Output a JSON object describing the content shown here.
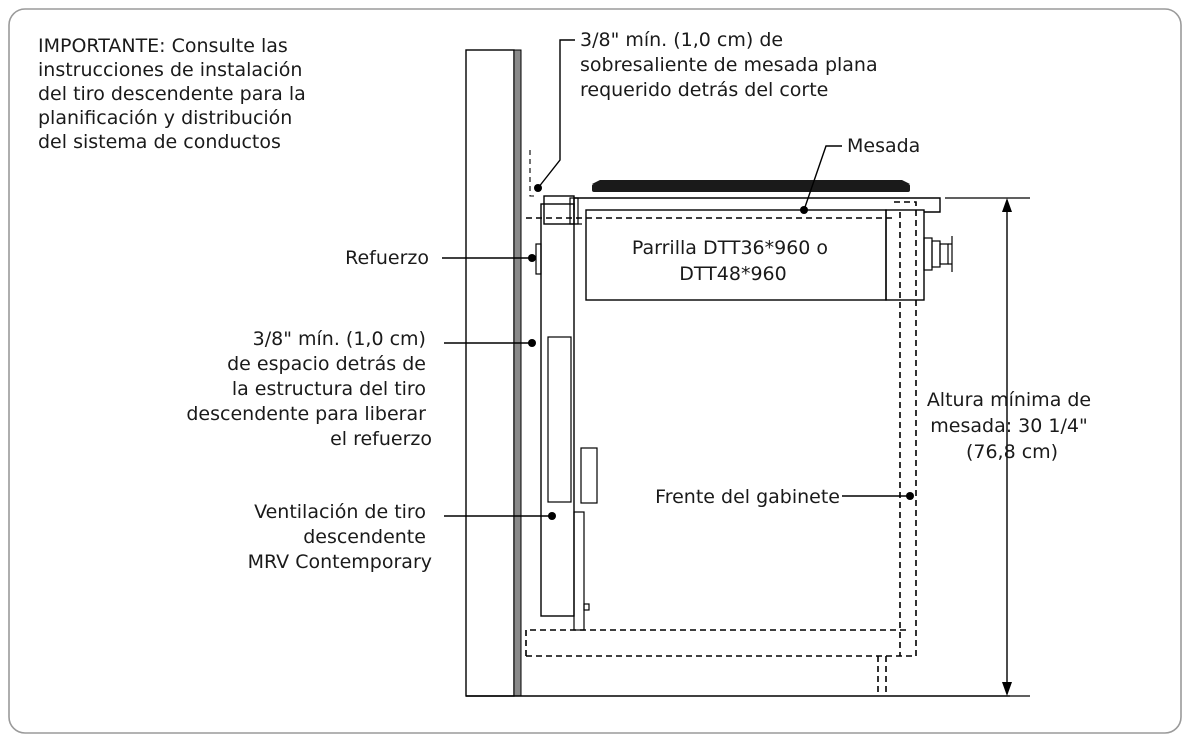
{
  "note": {
    "lines": [
      "IMPORTANTE: Consulte las",
      "instrucciones de instalación",
      "del tiro descendente para la",
      "planificación y distribución",
      "del sistema de conductos"
    ]
  },
  "callouts": {
    "overhang": {
      "lines": [
        "3/8\" mín. (1,0 cm) de",
        "sobresaliente de mesada plana",
        "requerido detrás del corte"
      ]
    },
    "countertop": {
      "label": "Mesada"
    },
    "cooktop": {
      "lines": [
        "Parrilla DTT36*960 o",
        "DTT48*960"
      ]
    },
    "brace": {
      "label": "Refuerzo"
    },
    "clearance": {
      "lines": [
        "3/8\" mín. (1,0 cm)",
        "de espacio detrás de",
        "la estructura del tiro",
        "descendente para liberar",
        "el refuerzo"
      ]
    },
    "vent": {
      "lines": [
        "Ventilación de tiro",
        "descendente",
        "MRV Contemporary"
      ]
    },
    "cabinet_front": {
      "label": "Frente del gabinete"
    },
    "height": {
      "lines": [
        "Altura mínima de",
        "mesada: 30 1/4\"",
        "(76,8 cm)"
      ]
    }
  }
}
